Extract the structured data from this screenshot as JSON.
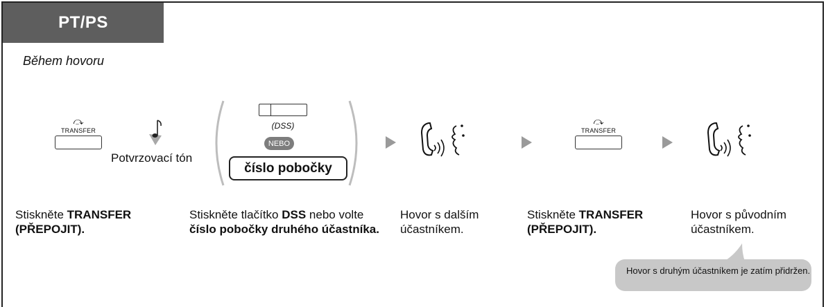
{
  "header": {
    "title": "PT/PS"
  },
  "context": "Během hovoru",
  "steps": {
    "transfer_key": {
      "label": "TRANSFER",
      "glyph": "⤼"
    },
    "tone": {
      "label": "Potvrzovací tón",
      "icon": "music-note-icon"
    },
    "dss": {
      "label": "(DSS)",
      "or": "NEBO",
      "ext_label": "číslo pobočky"
    },
    "talk_icon": "handset-talk-icon"
  },
  "captions": {
    "c1": {
      "pre": "Stiskněte ",
      "bold": "TRANSFER (PŘEPOJIT).",
      "post": ""
    },
    "c2": {
      "pre": "Stiskněte tlačítko ",
      "bold1": "DSS",
      "mid": " nebo volte ",
      "bold2": "číslo pobočky druhého účastníka."
    },
    "c3": "Hovor s dalším účastníkem.",
    "c4": {
      "pre": "Stiskněte ",
      "bold": "TRANSFER (PŘEPOJIT)."
    },
    "c5": "Hovor s původním účastníkem."
  },
  "note": "Hovor s druhým účastníkem je zatím přidržen.",
  "colors": {
    "tab_bg": "#5e5e5e",
    "arrow": "#9a9a9a",
    "note_bg": "#c8c8c8",
    "badge": "#7d7d7d"
  }
}
